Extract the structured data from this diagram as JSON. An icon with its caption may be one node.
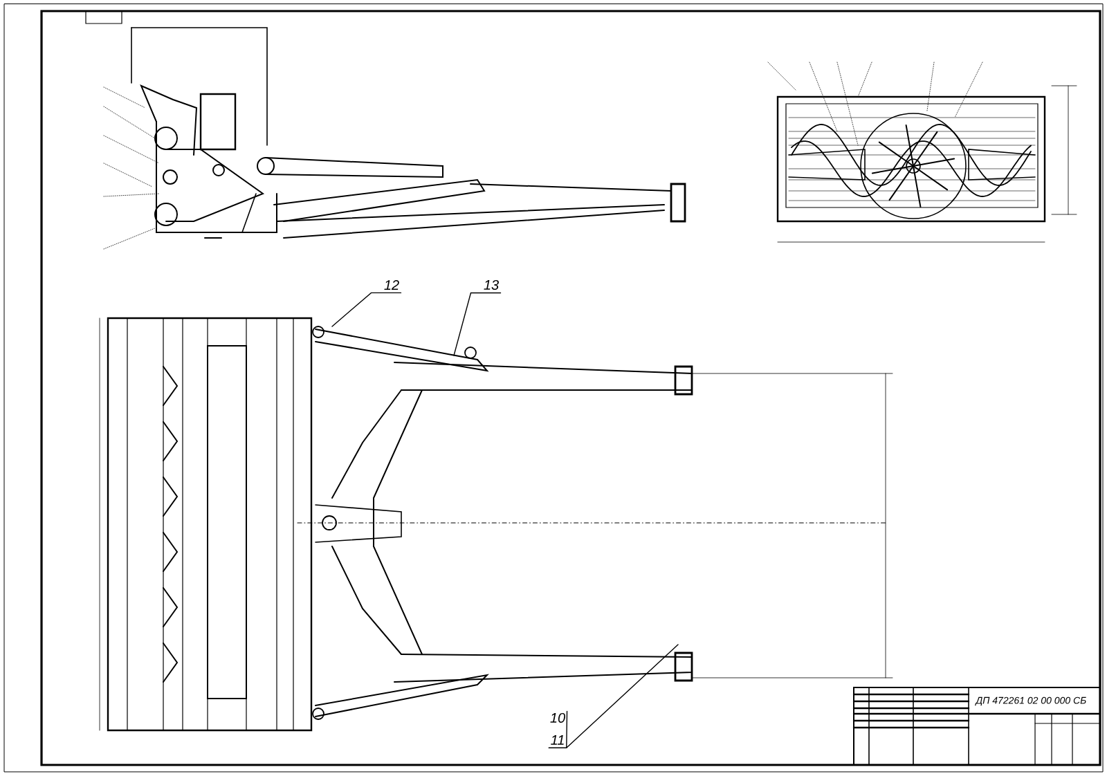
{
  "diagram": {
    "nodes": [
      {
        "text": [
          "12"
        ]
      },
      {
        "text": [
          "13"
        ]
      },
      {
        "text": [
          "10"
        ]
      },
      {
        "text": [
          "11"
        ]
      }
    ],
    "edges": [
      {
        "from": 0,
        "to": null,
        "arrow": "none"
      },
      {
        "from": 1,
        "to": null,
        "arrow": "none"
      },
      {
        "from": 2,
        "to": null,
        "arrow": "none"
      },
      {
        "from": 3,
        "to": null,
        "arrow": "none"
      }
    ],
    "labels": [
      "ДП 472261 02 00 000 СБ"
    ]
  }
}
